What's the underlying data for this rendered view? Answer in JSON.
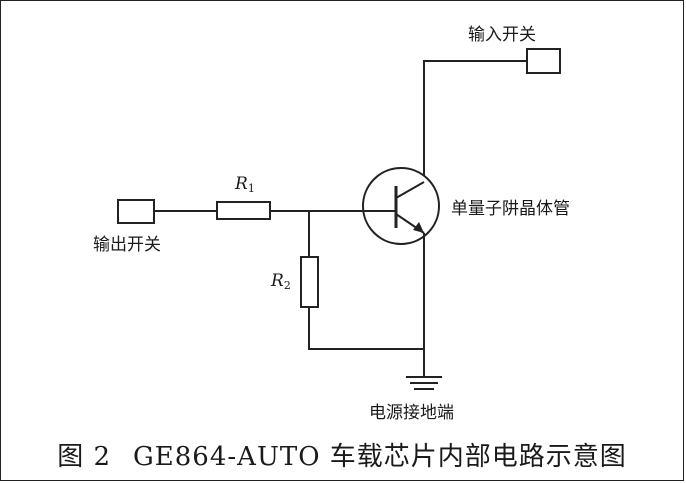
{
  "labels": {
    "input_switch": "输入开关",
    "output_switch": "输出开关",
    "transistor": "单量子阱晶体管",
    "ground": "电源接地端",
    "r1_letter": "R",
    "r1_sub": "1",
    "r2_letter": "R",
    "r2_sub": "2"
  },
  "caption": {
    "figure_no": "图 2",
    "title": "GE864-AUTO 车载芯片内部电路示意图"
  },
  "colors": {
    "line": "#222222"
  }
}
